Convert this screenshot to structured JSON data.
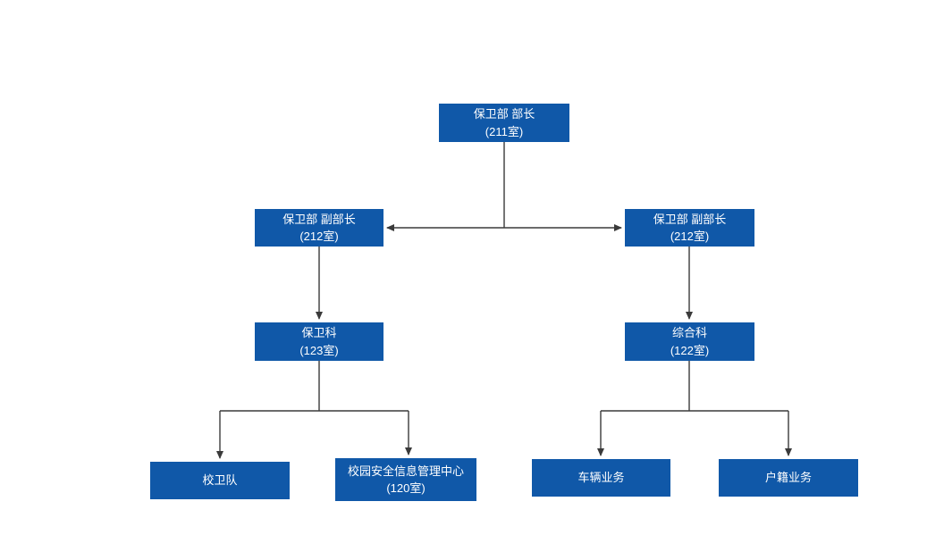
{
  "diagram": {
    "type": "org-chart",
    "title": "",
    "colors": {
      "box_fill": "#1058a8",
      "box_text": "#ffffff",
      "connector": "#3a3a3a",
      "background": "#ffffff"
    }
  },
  "nodes": {
    "director": {
      "line1": "保卫部 部长",
      "line2": "(211室)"
    },
    "deputy_left": {
      "line1": "保卫部 副部长",
      "line2": "(212室)"
    },
    "deputy_right": {
      "line1": "保卫部 副部长",
      "line2": "(212室)"
    },
    "security_section": {
      "line1": "保卫科",
      "line2": "(123室)"
    },
    "general_section": {
      "line1": "综合科",
      "line2": "(122室)"
    },
    "campus_guard": {
      "line1": "校卫队"
    },
    "info_center": {
      "line1": "校园安全信息管理中心",
      "line2": "(120室)"
    },
    "vehicle_services": {
      "line1": "车辆业务"
    },
    "household_services": {
      "line1": "户籍业务"
    }
  },
  "edges": [
    {
      "from": "director",
      "to": "deputy_left"
    },
    {
      "from": "director",
      "to": "deputy_right"
    },
    {
      "from": "deputy_left",
      "to": "security_section"
    },
    {
      "from": "deputy_right",
      "to": "general_section"
    },
    {
      "from": "security_section",
      "to": "campus_guard"
    },
    {
      "from": "security_section",
      "to": "info_center"
    },
    {
      "from": "general_section",
      "to": "vehicle_services"
    },
    {
      "from": "general_section",
      "to": "household_services"
    }
  ]
}
